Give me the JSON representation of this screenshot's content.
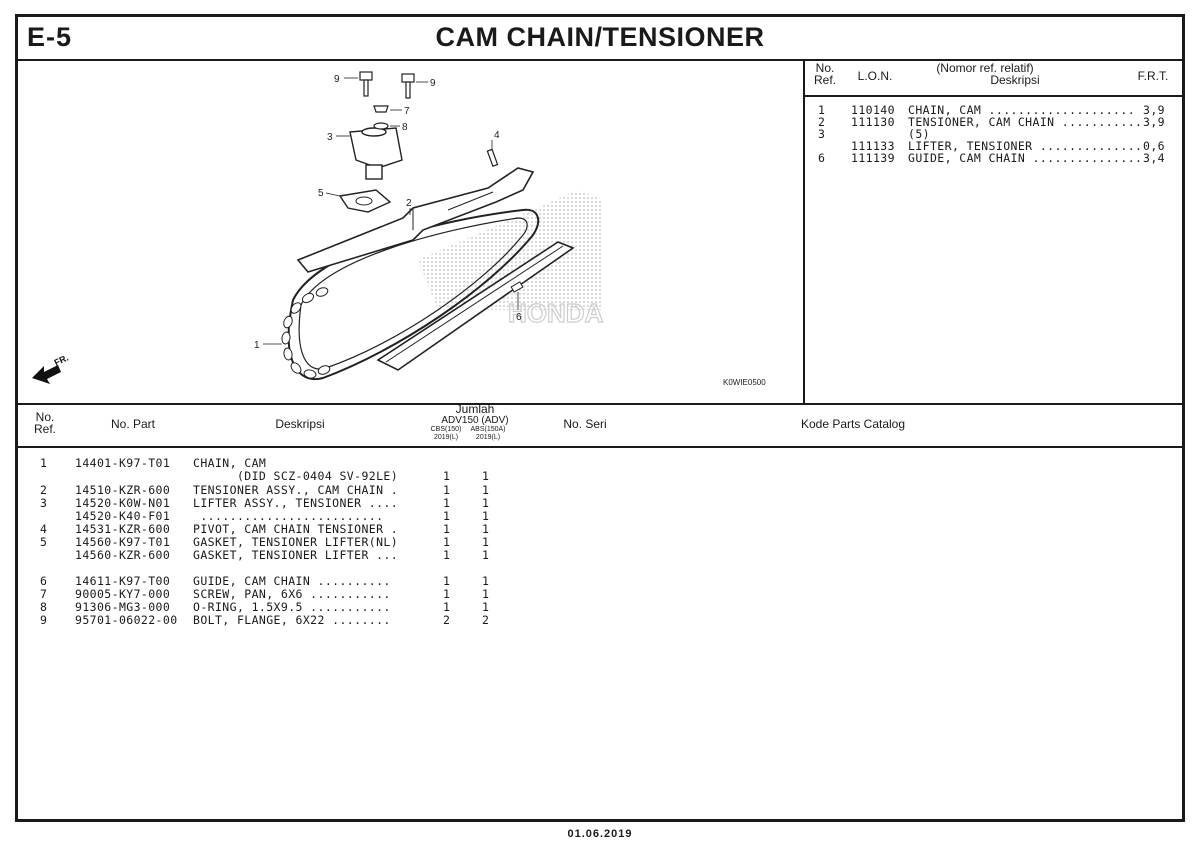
{
  "header": {
    "section": "E-5",
    "title": "CAM CHAIN/TENSIONER"
  },
  "lon_panel": {
    "col_no_ref": [
      "No.",
      "Ref."
    ],
    "col_lon": "L.O.N.",
    "col_desc": [
      "(Nomor ref. relatif)",
      "Deskripsi"
    ],
    "col_frt": "F.R.T.",
    "rows": [
      {
        "ref": "1",
        "lon": "110140",
        "desc": "CHAIN, CAM ....................",
        "frt": "3,9"
      },
      {
        "ref": "2",
        "lon": "111130",
        "desc": "TENSIONER, CAM CHAIN ...........",
        "frt": "3,9"
      },
      {
        "ref": "3",
        "lon": "",
        "desc": "(5)",
        "frt": ""
      },
      {
        "ref": "",
        "lon": "111133",
        "desc": "LIFTER, TENSIONER ..............",
        "frt": "0,6"
      },
      {
        "ref": "6",
        "lon": "111139",
        "desc": "GUIDE, CAM CHAIN ...............",
        "frt": "3,4"
      }
    ]
  },
  "diagram": {
    "code": "K0WIE0500",
    "direction_label": "FR.",
    "watermark": "HONDA",
    "callouts": [
      "1",
      "2",
      "3",
      "4",
      "5",
      "6",
      "7",
      "8",
      "9",
      "9"
    ]
  },
  "parts_table": {
    "col_no_ref": [
      "No.",
      "Ref."
    ],
    "col_part": "No. Part",
    "col_desc": "Deskripsi",
    "col_qty_title": "Jumlah",
    "col_qty_model": "ADV150 (ADV)",
    "col_qty_variants": [
      "CBS(150)",
      "ABS(150A)"
    ],
    "col_qty_years": [
      "2019(L)",
      "2019(L)"
    ],
    "col_serial": "No. Seri",
    "col_catalog": "Kode Parts Catalog",
    "rows": [
      {
        "ref": "1",
        "part": "14401-K97-T01",
        "desc": "CHAIN, CAM",
        "q1": "",
        "q2": ""
      },
      {
        "ref": "",
        "part": "",
        "desc": "      (DID SCZ-0404 SV-92LE)",
        "q1": "1",
        "q2": "1"
      },
      {
        "ref": "2",
        "part": "14510-KZR-600",
        "desc": "TENSIONER ASSY., CAM CHAIN .",
        "q1": "1",
        "q2": "1"
      },
      {
        "ref": "3",
        "part": "14520-K0W-N01",
        "desc": "LIFTER ASSY., TENSIONER ....",
        "q1": "1",
        "q2": "1"
      },
      {
        "ref": "",
        "part": "14520-K40-F01",
        "desc": " .........................",
        "q1": "1",
        "q2": "1"
      },
      {
        "ref": "4",
        "part": "14531-KZR-600",
        "desc": "PIVOT, CAM CHAIN TENSIONER .",
        "q1": "1",
        "q2": "1"
      },
      {
        "ref": "5",
        "part": "14560-K97-T01",
        "desc": "GASKET, TENSIONER LIFTER(NL)",
        "q1": "1",
        "q2": "1"
      },
      {
        "ref": "",
        "part": "14560-KZR-600",
        "desc": "GASKET, TENSIONER LIFTER ...",
        "q1": "1",
        "q2": "1"
      },
      {
        "ref": "6",
        "part": "14611-K97-T00",
        "desc": "GUIDE, CAM CHAIN ..........",
        "q1": "1",
        "q2": "1"
      },
      {
        "ref": "7",
        "part": "90005-KY7-000",
        "desc": "SCREW, PAN, 6X6 ...........",
        "q1": "1",
        "q2": "1"
      },
      {
        "ref": "8",
        "part": "91306-MG3-000",
        "desc": "O-RING, 1.5X9.5 ...........",
        "q1": "1",
        "q2": "1"
      },
      {
        "ref": "9",
        "part": "95701-06022-00",
        "desc": "BOLT, FLANGE, 6X22 ........",
        "q1": "2",
        "q2": "2"
      }
    ]
  },
  "footer": {
    "date": "01.06.2019"
  }
}
